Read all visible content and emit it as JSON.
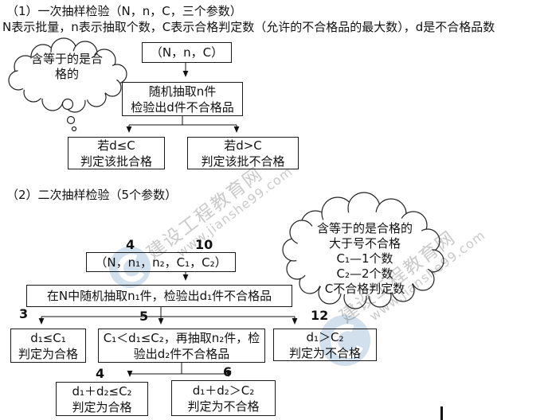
{
  "page": {
    "title1": "（1）一次抽样检验（N，n，C，三个参数）",
    "subtitle1": "N表示批量，n表示抽取个数，C表示合格判定数（允许的不合格品的最大数），d是不合格品数",
    "title2": "（2）二次抽样检验（5个参数）"
  },
  "flow1": {
    "cloud": [
      "含等于的是合",
      "格的"
    ],
    "param_box": "（N，n，C）",
    "step": [
      "随机抽取n件",
      "检验出d件不合格品"
    ],
    "pass_box": [
      "若d≤C",
      "判定该批合格"
    ],
    "fail_box": [
      "若d>C",
      "判定该批不合格"
    ]
  },
  "flow2": {
    "param_box": "（N，n₁，n₂，C₁，C₂）",
    "step": "在N中随机抽取n₁件，检验出d₁件不合格品",
    "pass1_box": [
      "d₁≤C₁",
      "判定为合格"
    ],
    "mid_box": [
      "C₁＜d₁≤C₂，再抽取n₂件，检",
      "验出d₂件不合格品"
    ],
    "fail1_box": [
      "d₁＞C₂",
      "判定为不合格"
    ],
    "pass2_box": [
      "d₁＋d₂≤C₂",
      "判定为合格"
    ],
    "fail2_box": [
      "d₁＋d₂＞C₂",
      "判定为不合格"
    ],
    "cloud": [
      "含等于的是合格的",
      "大于号不合格",
      "C₁—1个数",
      "C₂—2个数",
      "C不合格判定数"
    ],
    "annotations": {
      "n4a": "4",
      "n10": "10",
      "n3": "3",
      "n5": "5",
      "n12": "12",
      "n4b": "4",
      "n6": "6"
    }
  },
  "watermark": {
    "line1": "建设工程教育网",
    "line2": "www.jianshe99.com"
  },
  "colors": {
    "watermark_gray": "#c5c5c5",
    "logo_blue": "#b9cfe2",
    "line_black": "#1a1a1a"
  }
}
